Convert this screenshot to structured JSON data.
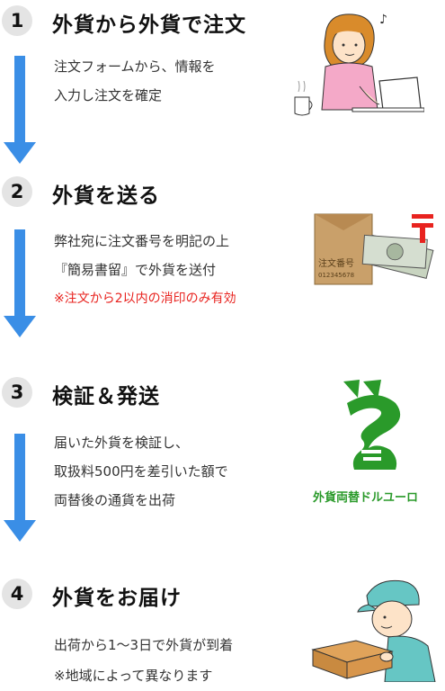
{
  "steps": [
    {
      "number": "1",
      "title": "外貨から外貨で注文",
      "lines": [
        "注文フォームから、情報を",
        "入力し注文を確定"
      ],
      "illustration": "woman-at-laptop-icon"
    },
    {
      "number": "2",
      "title": "外貨を送る",
      "lines": [
        "弊社宛に注文番号を明記の上",
        "『簡易書留』で外貨を送付"
      ],
      "note": "※注文から2以内の消印のみ有効",
      "illustration": "envelope-banknotes-icon",
      "envelope_label": "注文番号",
      "envelope_number": "012345678"
    },
    {
      "number": "3",
      "title": "検証＆発送",
      "lines": [
        "届いた外貨を検証し、",
        "取扱料500円を差引いた額で",
        "両替後の通貨を出荷"
      ],
      "logo_text": "外貨両替ドルユーロ",
      "illustration": "green-logo-icon"
    },
    {
      "number": "4",
      "title": "外貨をお届け",
      "lines": [
        "出荷から1～3日で外貨が到着",
        "※地域によって異なります"
      ],
      "illustration": "delivery-person-icon"
    }
  ],
  "colors": {
    "arrow": "#3a8ee6",
    "note": "#e8231f",
    "logo_green": "#2a9a2a"
  }
}
